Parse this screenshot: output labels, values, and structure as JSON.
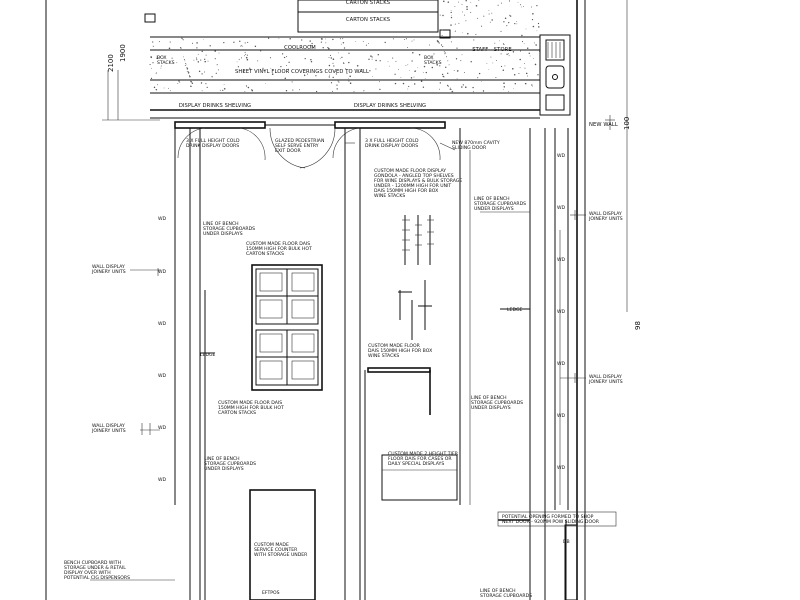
{
  "labels": {
    "carton_stacks_1": "CARTON STACKS",
    "carton_stacks_2": "CARTON STACKS",
    "coolroom": "COOLROOM",
    "staff_store": "STAFF - STORE",
    "box_stacks_left": "BOX STACKS",
    "box_stacks_right": "BOX STACKS",
    "sheet_vinyl": "SHEET VINYL FLOOR COVERINGS COVED TO WALL",
    "display_drinks_left": "DISPLAY DRINKS SHELVING",
    "display_drinks_right": "DISPLAY DRINKS SHELVING",
    "new_wall": "NEW WALL",
    "cold_doors_left": [
      "3 X FULL HEIGHT COLD",
      "DRINK DISPLAY DOORS"
    ],
    "glazed_door": [
      "GLAZED PEDESTRIAN",
      "SELF SERVE ENTRY",
      "EXIT DOOR"
    ],
    "cold_doors_right": [
      "3 X FULL HEIGHT COLD",
      "DRINK DISPLAY DOORS"
    ],
    "cavity_door": [
      "NEW 870mm CAVITY",
      "SLIDING DOOR"
    ],
    "gondola": [
      "CUSTOM MADE FLOOR DISPLAY",
      "GONDOLA - ANGLED TOP SHELVES",
      "FOR WINE DISPLAYS & BULK STORAGE",
      "UNDER - 1200MM HIGH FOR UNIT",
      "DAIS 150MM HIGH FOR BOX",
      "WINE STACKS"
    ],
    "bench_storage_right_top": [
      "LINE OF BENCH",
      "STORAGE CUPBOARDS",
      "UNDER DISPLAYS"
    ],
    "wall_display_right_top": [
      "WALL DISPLAY",
      "JOINERY UNITS"
    ],
    "bench_storage_left_top": [
      "LINE OF BENCH",
      "STORAGE CUPBOARDS",
      "UNDER DISPLAYS"
    ],
    "floor_dais_bulk": [
      "CUSTOM MADE FLOOR DAIS",
      "150MM HIGH FOR BULK HOT",
      "CARTON STACKS"
    ],
    "wall_display_left_top": [
      "WALL DISPLAY",
      "JOINERY UNITS"
    ],
    "ledge_right": "LEDGE",
    "ledge_left": "LEDGE",
    "floor_dais_box": [
      "CUSTOM MADE FLOOR",
      "DAIS 150MM HIGH FOR BOX",
      "WINE STACKS"
    ],
    "wall_display_right_mid": [
      "WALL DISPLAY",
      "JOINERY UNITS"
    ],
    "bench_storage_right_mid": [
      "LINE OF BENCH",
      "STORAGE CUPBOARDS",
      "UNDER DISPLAYS"
    ],
    "floor_dais_hot": [
      "CUSTOM MADE FLOOR DAIS",
      "150MM HIGH FOR BULK HOT",
      "CARTON STACKS"
    ],
    "wall_display_left_mid": [
      "WALL DISPLAY",
      "JOINERY UNITS"
    ],
    "floor_dais_2height": [
      "CUSTOM MADE 2 HEIGHT TIER",
      "FLOOR DAIS FOR CASES OR",
      "DAILY SPECIAL DISPLAYS"
    ],
    "bench_storage_left_bottom": [
      "LINE OF BENCH",
      "STORAGE CUPBOARDS",
      "UNDER DISPLAYS"
    ],
    "potential_opening": [
      "POTENTIAL OPENING FORMED TO SHOP",
      "NEXT DOOR - 920MM POW SLIDING DOOR"
    ],
    "service_counter": [
      "CUSTOM MADE",
      "SERVICE COUNTER",
      "WITH STORAGE UNDER"
    ],
    "bench_cupboard": [
      "BENCH CUPBOARD WITH",
      "STORAGE UNDER & RETAIL",
      "DISPLAY OVER WITH",
      "POTENTIAL CIG DISPENSORS"
    ],
    "eftpos": "EFTPOS",
    "bench_storage_bottom": [
      "LINE OF BENCH",
      "STORAGE CUPBOARDS"
    ],
    "db": "DB"
  },
  "wd_tag": "WD",
  "dimensions": {
    "d2100": "2100",
    "d1900": "1900",
    "d100": "100",
    "d98": "98"
  }
}
